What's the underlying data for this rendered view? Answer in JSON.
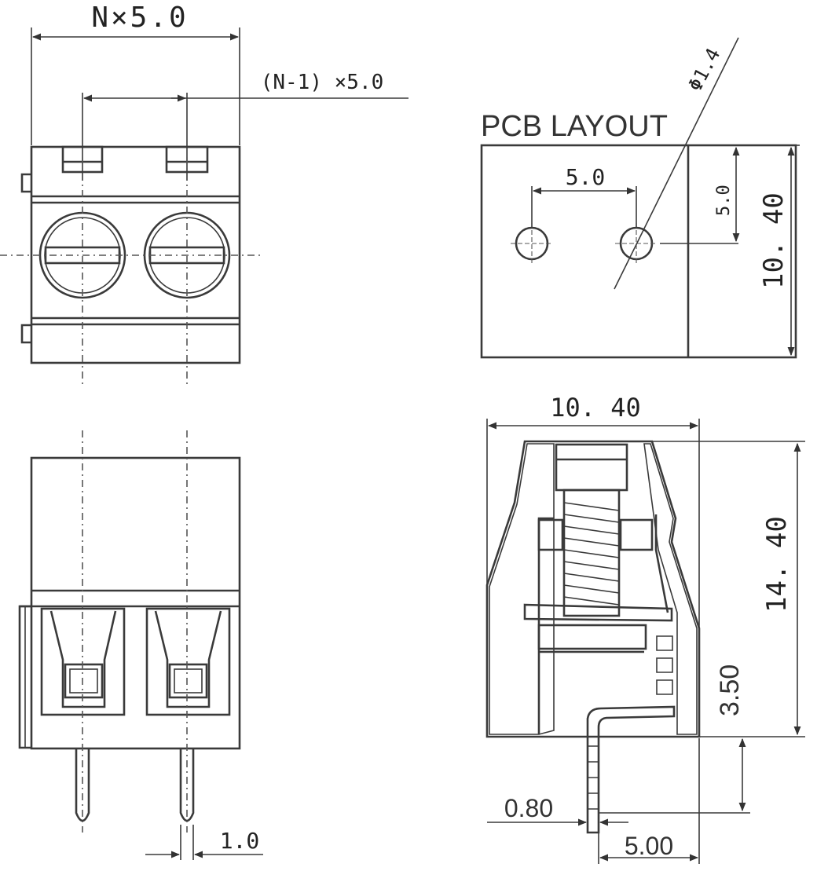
{
  "views": {
    "top": {
      "dim_overall": "N×5.0",
      "dim_pitch": "(N-1) ×5.0"
    },
    "pcb_layout": {
      "title": "PCB LAYOUT",
      "dim_hole_diameter": "Φ1.4",
      "dim_pitch": "5.0",
      "dim_row_offset": "5.0",
      "dim_depth": "10. 40"
    },
    "front": {
      "dim_pin_width": "1.0"
    },
    "side": {
      "dim_width": "10. 40",
      "dim_height": "14. 40",
      "dim_pin_length": "3.50",
      "dim_pin_thickness": "0.80",
      "dim_pin_offset": "5.00"
    }
  },
  "colors": {
    "line": "#3a3a3a",
    "background": "#ffffff"
  }
}
